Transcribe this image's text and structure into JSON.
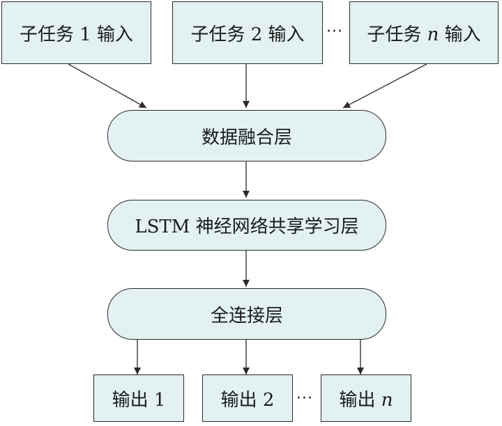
{
  "inputs": [
    {
      "text": "子任务 1 输入"
    },
    {
      "text": "子任务 2 输入"
    },
    {
      "prefix": "子任务 ",
      "var": "n",
      "suffix": " 输入"
    }
  ],
  "input_separator": "···",
  "layers": {
    "fusion": "数据融合层",
    "lstm": "LSTM 神经网络共享学习层",
    "fc": "全连接层"
  },
  "outputs": [
    {
      "text": "输出 1"
    },
    {
      "text": "输出 2"
    },
    {
      "prefix": "输出 ",
      "var": "n"
    }
  ],
  "output_separator": "···",
  "colors": {
    "box_fill": "#e3f1f2",
    "stroke": "#2a2a2a"
  }
}
